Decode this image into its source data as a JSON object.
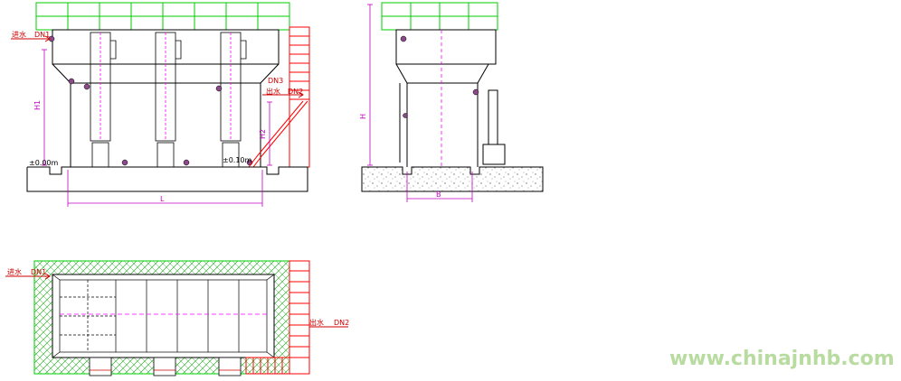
{
  "labels": {
    "inlet": "进水",
    "outlet": "出水",
    "dn1": "DN1",
    "dn2": "DN2",
    "dn3": "DN3",
    "h1": "H1",
    "h2": "H2",
    "h": "H",
    "l": "L",
    "b": "B",
    "elev_000": "±0.00m",
    "elev_010": "±0.10m"
  },
  "watermark": "www.chinajnhb.com",
  "colors": {
    "structure": "#000000",
    "railing": "#00cc00",
    "stair": "#ff0000",
    "dimension": "#c000c0",
    "centerline": "#ff00ff",
    "pipe": "#cc0000",
    "watermark": "#b8dca0"
  }
}
